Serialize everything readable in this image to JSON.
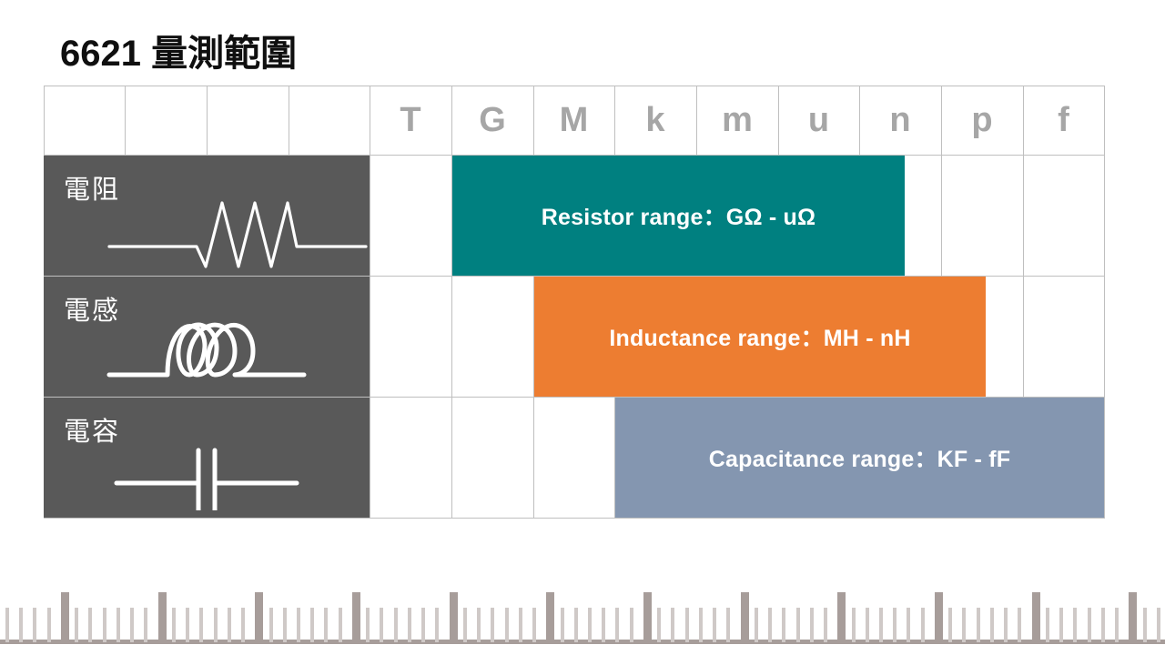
{
  "title": "6621 量測範圍",
  "colors": {
    "resistor": "#008080",
    "inductance": "#ED7D31",
    "capacitance": "#8496B0",
    "label_block": "#595959",
    "grid": "#BFBFBF",
    "header_text": "#A6A6A6",
    "ruler_major": "#A79D9A",
    "ruler_minor": "#CFC9C7"
  },
  "table": {
    "header": {
      "blank_columns": [
        "",
        "",
        "",
        ""
      ],
      "units": [
        "T",
        "G",
        "M",
        "k",
        "m",
        "u",
        "n",
        "p",
        "f"
      ]
    },
    "rows": [
      {
        "label": "電阻",
        "symbol": "resistor-symbol",
        "range_text": "Resistor range：GΩ - uΩ",
        "bar_start_unit": "G",
        "bar_end_unit": "u",
        "bar_color": "#008080"
      },
      {
        "label": "電感",
        "symbol": "inductor-symbol",
        "range_text": "Inductance range：MH - nH",
        "bar_start_unit": "M",
        "bar_end_unit": "n",
        "bar_color": "#ED7D31"
      },
      {
        "label": "電容",
        "symbol": "capacitor-symbol",
        "range_text": "Capacitance range：KF - fF",
        "bar_start_unit": "k",
        "bar_end_unit": "f",
        "bar_color": "#8496B0"
      }
    ]
  },
  "ruler": {
    "minor_tick_count": 84,
    "major_every": 7
  }
}
